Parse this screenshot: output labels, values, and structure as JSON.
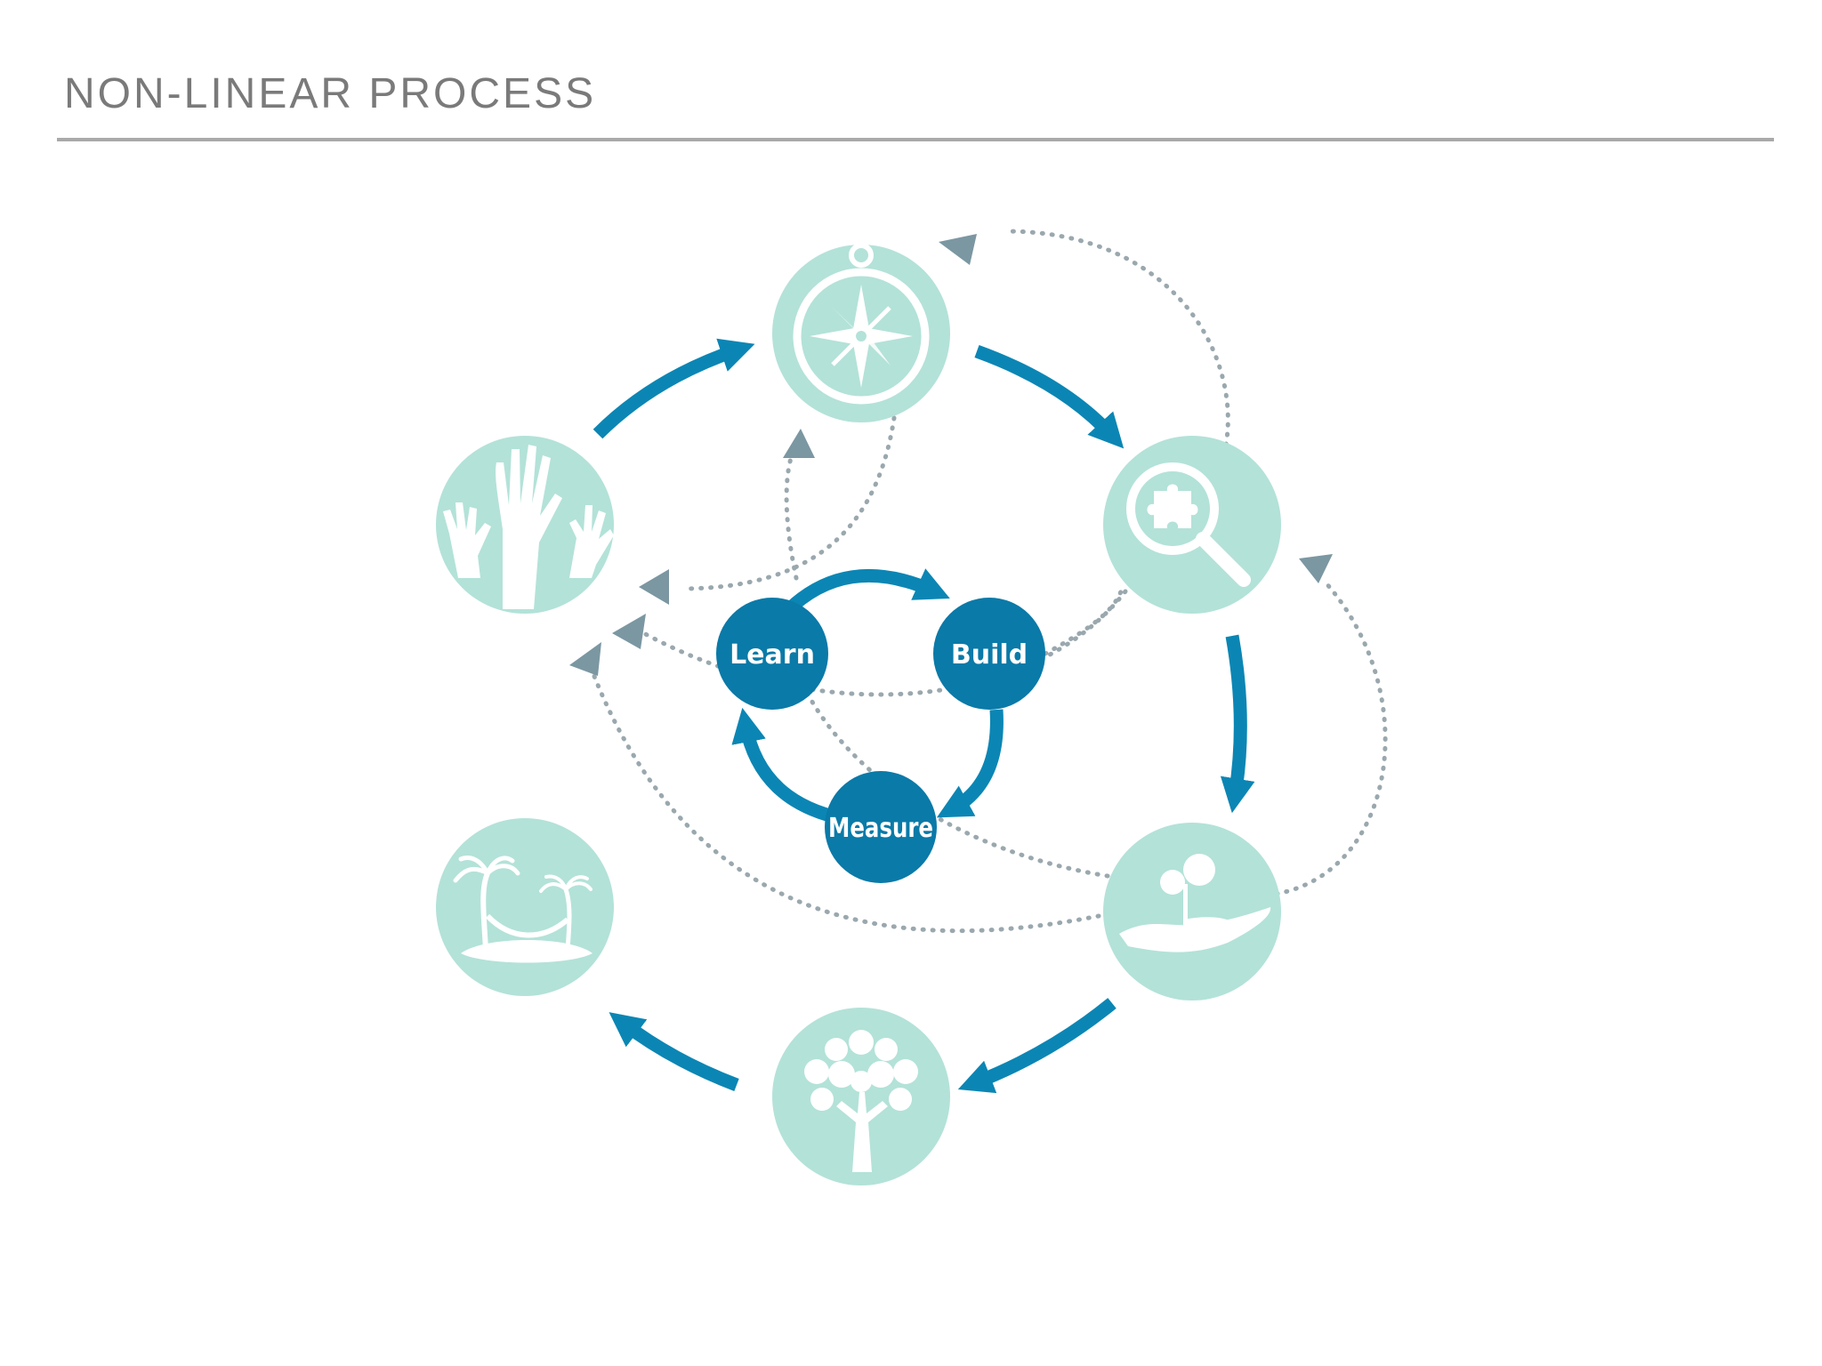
{
  "title": "NON-LINEAR PROCESS",
  "colors": {
    "title_text": "#7a7a7a",
    "rule": "#a9a9a9",
    "stage_fill": "#b3e2d8",
    "center_fill": "#0a7aa8",
    "flow_arrow": "#0b86b4",
    "dotted_path": "#9aa8ae",
    "dotted_arrowhead": "#7b97a2"
  },
  "outer_stages": [
    {
      "name": "raised-hands",
      "icon": "raised-hands-icon"
    },
    {
      "name": "compass",
      "icon": "compass-icon"
    },
    {
      "name": "puzzle-magnifier",
      "icon": "puzzle-magnifier-icon"
    },
    {
      "name": "hand-with-seedling",
      "icon": "hand-seedling-icon"
    },
    {
      "name": "tree",
      "icon": "tree-icon"
    },
    {
      "name": "island-hammock",
      "icon": "island-hammock-icon"
    }
  ],
  "center_loop": [
    {
      "label": "Learn"
    },
    {
      "label": "Build"
    },
    {
      "label": "Measure"
    }
  ]
}
